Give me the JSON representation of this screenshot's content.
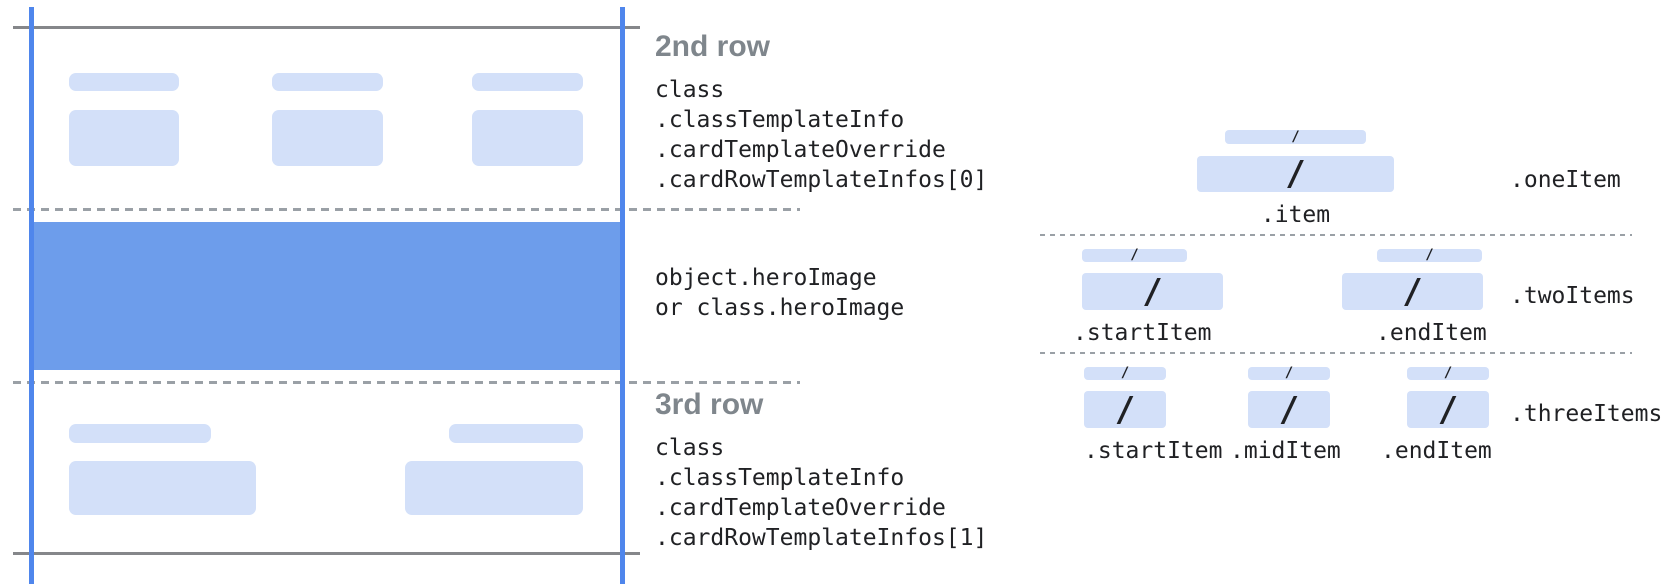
{
  "colors": {
    "placeholder_blue": "#d3e0f9",
    "hero_blue": "#6d9deb",
    "guide_line_blue": "#4f86ec",
    "solid_line_gray": "#85878a",
    "dashed_line_gray": "#9aa0a6",
    "heading_gray": "#7f868c",
    "text_dark": "#202124"
  },
  "left_card": {
    "row2": {
      "title": "2nd row",
      "lines": [
        "class",
        ".classTemplateInfo",
        ".cardTemplateOverride",
        ".cardRowTemplateInfos[0]"
      ]
    },
    "hero": {
      "lines": [
        "object.heroImage",
        "or class.heroImage"
      ]
    },
    "row3": {
      "title": "3rd row",
      "lines": [
        "class",
        ".classTemplateInfo",
        ".cardTemplateOverride",
        ".cardRowTemplateInfos[1]"
      ]
    }
  },
  "right_panel": {
    "slash": "/",
    "rows": [
      {
        "row_label": ".oneItem",
        "item_labels": [
          ".item"
        ]
      },
      {
        "row_label": ".twoItems",
        "item_labels": [
          ".startItem",
          ".endItem"
        ]
      },
      {
        "row_label": ".threeItems",
        "item_labels": [
          ".startItem",
          ".midItem",
          ".endItem"
        ]
      }
    ]
  }
}
